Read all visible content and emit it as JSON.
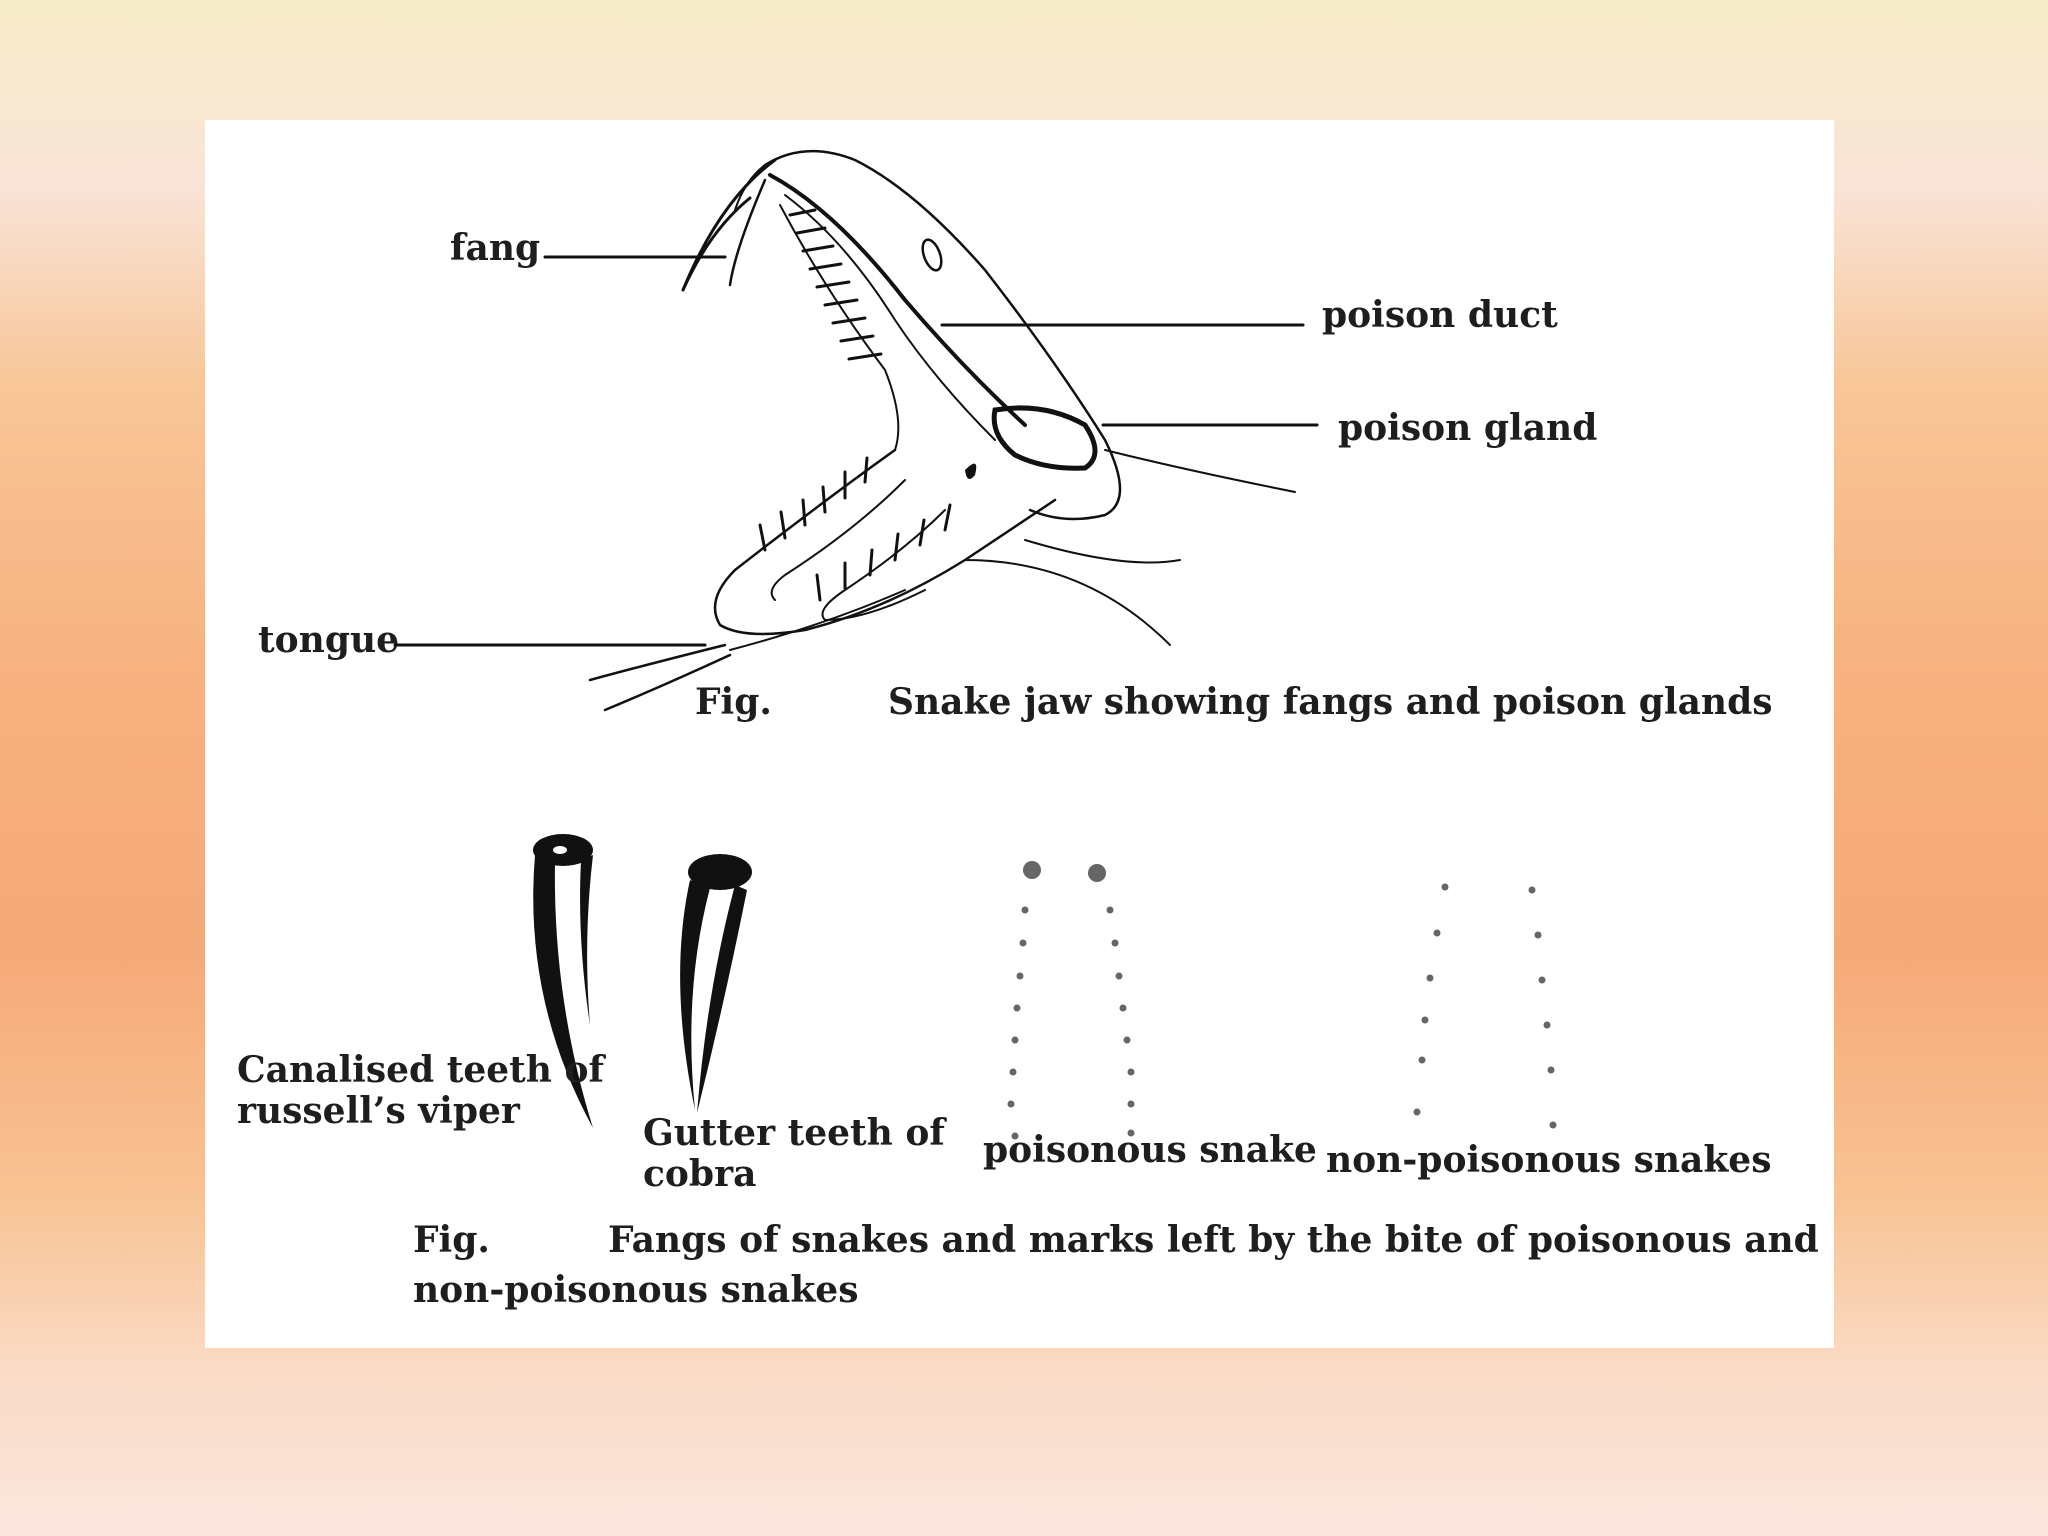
{
  "diagram1": {
    "labels": {
      "fang": "fang",
      "poison_duct": "poison duct",
      "poison_gland": "poison gland",
      "tongue": "tongue"
    },
    "caption_prefix": "Fig.",
    "caption_text": "Snake jaw showing fangs and poison glands"
  },
  "diagram2": {
    "viper_label_1": "Canalised teeth of",
    "viper_label_2": "russell’s viper",
    "cobra_label_1": "Gutter teeth of",
    "cobra_label_2": "cobra",
    "poisonous_label": "poisonous snake",
    "nonpoisonous_label": "non-poisonous snakes",
    "caption_prefix": "Fig.",
    "caption_line1": "Fangs of snakes and marks left by the bite of poisonous and",
    "caption_line2": "non-poisonous snakes"
  }
}
